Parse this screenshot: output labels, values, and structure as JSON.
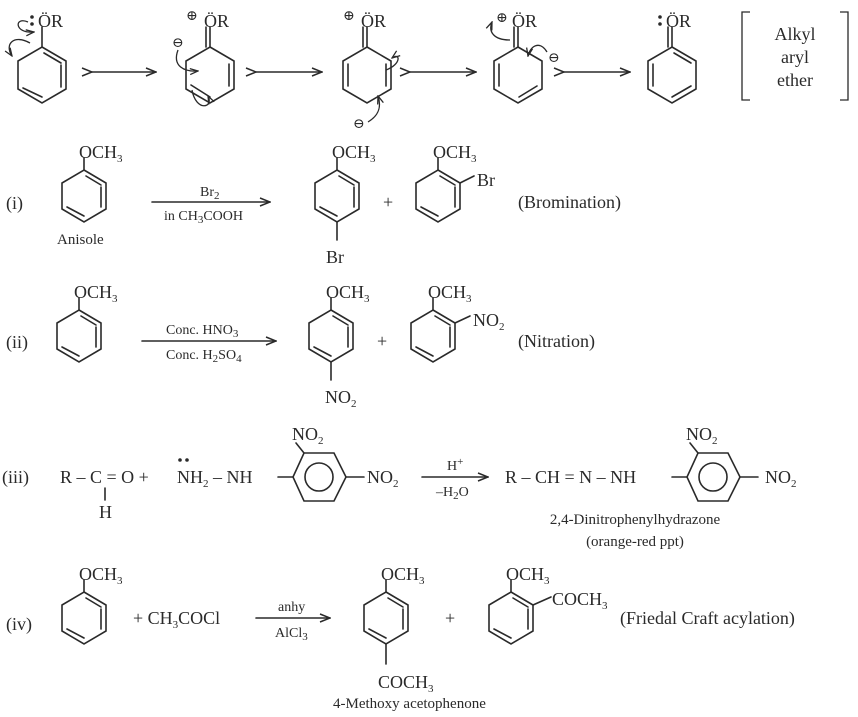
{
  "resonance": {
    "structures": [
      {
        "label": "ÖR",
        "charge": "",
        "lone_pair_left": true
      },
      {
        "label": "ÖR",
        "charge": "⊕",
        "ring_charge": "⊖"
      },
      {
        "label": "ÖR",
        "charge": "⊕",
        "ring_charge": "⊖"
      },
      {
        "label": "ÖR",
        "charge": "⊕",
        "ring_charge": "⊖"
      },
      {
        "label": "ÖR",
        "charge": "",
        "lone_pair_left": true
      }
    ],
    "bracket_text": [
      "Alkyl",
      "aryl",
      "ether"
    ]
  },
  "reactions": [
    {
      "id": "(i)",
      "reactant_sub": "OCH",
      "reactant_sub3": "3",
      "reactant_name": "Anisole",
      "reagent_top": "Br",
      "reagent_top_sub": "2",
      "reagent_bottom": "in CH",
      "reagent_bottom_sub": "3",
      "reagent_bottom_tail": "COOH",
      "product1_top": "OCH",
      "product1_para": "Br",
      "plus": "+",
      "product2_top": "OCH",
      "product2_ortho": "Br",
      "type": "(Bromination)"
    },
    {
      "id": "(ii)",
      "reagent_top": "Conc. HNO",
      "reagent_top_sub": "3",
      "reagent_bottom": "Conc. H",
      "reagent_bottom_sub": "2",
      "reagent_bottom_tail": "SO",
      "reagent_bottom_sub2": "4",
      "product1_para": "NO",
      "product1_para_sub": "2",
      "product2_ortho": "NO",
      "product2_ortho_sub": "2",
      "plus": "+",
      "type": "(Nitration)"
    },
    {
      "id": "(iii)",
      "reactant_left": "R – C = O + ",
      "reactant_H": "H",
      "hydrazine": "N",
      "hydrazine_tail": "H",
      "hydrazine_sub": "2",
      "hydrazine_nh": " – NH",
      "no2": "NO",
      "no2_sub": "2",
      "reagent_top": "H",
      "reagent_top_sup": "+",
      "reagent_bottom": "–H",
      "reagent_bottom_sub": "2",
      "reagent_bottom_tail": "O",
      "product_left": "R – CH = N – NH",
      "product_name": "2,4-Dinitrophenylhydrazone",
      "product_note": "(orange-red ppt)"
    },
    {
      "id": "(iv)",
      "plus_reagent": "+ CH",
      "plus_reagent_sub": "3",
      "plus_reagent_tail": "COCl",
      "reagent_top": "anhy",
      "reagent_bottom": "AlCl",
      "reagent_bottom_sub": "3",
      "product1_para": "COCH",
      "product1_name": "4-Methoxy acetophenone",
      "product2_ortho": "COCH",
      "plus": "+",
      "type": "(Friedal Craft acylation)"
    }
  ]
}
